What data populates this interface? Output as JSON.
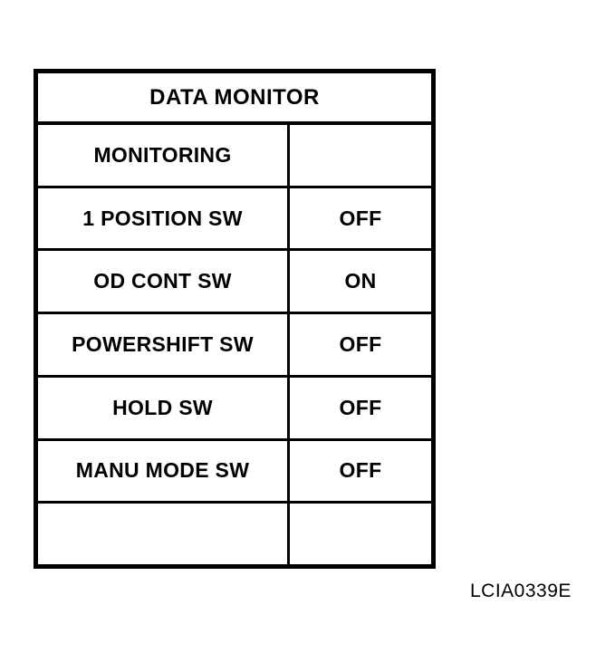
{
  "figure": {
    "caption": "LCIA0339E",
    "colors": {
      "background": "#ffffff",
      "ink": "#000000"
    }
  },
  "table": {
    "header": {
      "title": "DATA MONITOR"
    },
    "rows": [
      {
        "label": "MONITORING",
        "value": ""
      },
      {
        "label": "1 POSITION SW",
        "value": "OFF"
      },
      {
        "label": "OD CONT SW",
        "value": "ON"
      },
      {
        "label": "POWERSHIFT SW",
        "value": "OFF"
      },
      {
        "label": "HOLD SW",
        "value": "OFF"
      },
      {
        "label": "MANU MODE SW",
        "value": "OFF"
      },
      {
        "label": "",
        "value": ""
      }
    ]
  }
}
